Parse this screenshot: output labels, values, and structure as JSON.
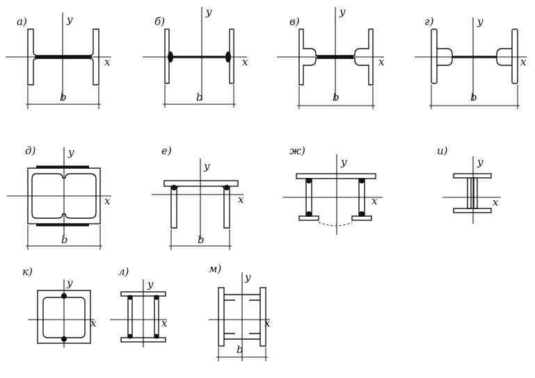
{
  "figure": {
    "axis_x": "x",
    "axis_y": "y",
    "dimension": "b"
  },
  "panels": [
    {
      "id": "a",
      "label": "а)"
    },
    {
      "id": "b",
      "label": "б)"
    },
    {
      "id": "v",
      "label": "в)"
    },
    {
      "id": "g",
      "label": "г)"
    },
    {
      "id": "d",
      "label": "д)"
    },
    {
      "id": "e",
      "label": "е)"
    },
    {
      "id": "zh",
      "label": "ж)"
    },
    {
      "id": "i",
      "label": "и)"
    },
    {
      "id": "k",
      "label": "к)"
    },
    {
      "id": "l",
      "label": "л)"
    },
    {
      "id": "m",
      "label": "м)"
    }
  ],
  "colors": {
    "ink": "#111111",
    "paper": "#ffffff"
  }
}
